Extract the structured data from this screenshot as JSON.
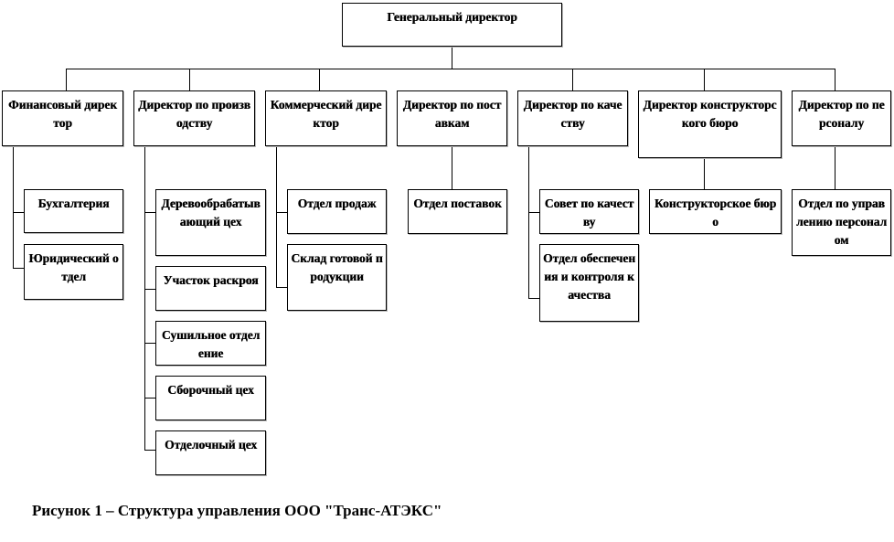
{
  "chart": {
    "root": "Генеральный директор",
    "directors": {
      "finance": "Финансовый директор",
      "production": "Директор по производству",
      "commercial": "Коммерческий директор",
      "supply": "Директор по поставкам",
      "quality": "Директор по качеству",
      "design": "Директор конструкторского бюро",
      "personnel": "Директор по персоналу"
    },
    "departments": {
      "accounting": "Бухгалтерия",
      "legal": "Юридический отдел",
      "woodworking": "Деревообрабатывающий цех",
      "cutting": "Участок раскроя",
      "drying": "Сушильное отделение",
      "assembly": "Сборочный цех",
      "finishing": "Отделочный цех",
      "sales": "Отдел продаж",
      "warehouse": "Склад готовой продукции",
      "procurement": "Отдел поставок",
      "quality_council": "Совет по качеству",
      "quality_assurance": "Отдел обеспечения и контроля качества",
      "design_bureau": "Конструкторское бюро",
      "hr": "Отдел по управлению персоналом"
    }
  },
  "caption": "Рисунок 1 – Структура управления ООО \"Транс-АТЭКС\""
}
